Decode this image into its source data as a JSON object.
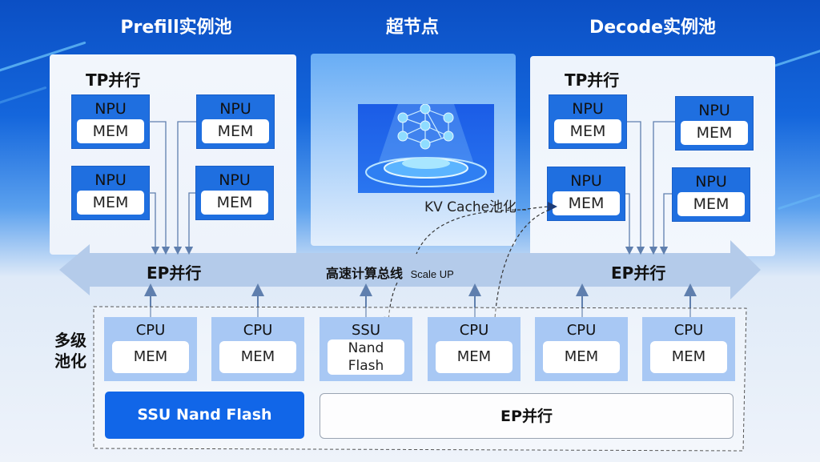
{
  "headers": {
    "prefill": "Prefill实例池",
    "supernode": "超节点",
    "decode": "Decode实例池"
  },
  "prefill_pool": {
    "tp_label": "TP并行",
    "units": [
      {
        "chip": "NPU",
        "mem": "MEM"
      },
      {
        "chip": "NPU",
        "mem": "MEM"
      },
      {
        "chip": "NPU",
        "mem": "MEM"
      },
      {
        "chip": "NPU",
        "mem": "MEM"
      }
    ]
  },
  "decode_pool": {
    "tp_label": "TP并行",
    "units": [
      {
        "chip": "NPU",
        "mem": "MEM"
      },
      {
        "chip": "NPU",
        "mem": "MEM"
      },
      {
        "chip": "NPU",
        "mem": "MEM"
      },
      {
        "chip": "NPU",
        "mem": "MEM"
      }
    ]
  },
  "supernode": {
    "image_semantic": "network-node-platform-icon",
    "kv_cache_label": "KV Cache池化"
  },
  "bus": {
    "left_label": "EP并行",
    "center_label": "高速计算总线",
    "center_sublabel": "Scale UP",
    "right_label": "EP并行"
  },
  "multilevel_pool": {
    "label_line1": "多级",
    "label_line2": "池化",
    "nodes": [
      {
        "chip": "CPU",
        "mem": "MEM"
      },
      {
        "chip": "CPU",
        "mem": "MEM"
      },
      {
        "chip": "SSU",
        "mem_line1": "Nand",
        "mem_line2": "Flash"
      },
      {
        "chip": "CPU",
        "mem": "MEM"
      },
      {
        "chip": "CPU",
        "mem": "MEM"
      },
      {
        "chip": "CPU",
        "mem": "MEM"
      }
    ],
    "ssu_button": "SSU Nand Flash",
    "ep_box": "EP并行"
  },
  "colors": {
    "npu_blue": "#1f6fe0",
    "cpu_light_blue": "#a8c8f4",
    "ssu_blue": "#1166e8",
    "bus_blue": "#b4cbea",
    "connector": "#5f7fae"
  }
}
